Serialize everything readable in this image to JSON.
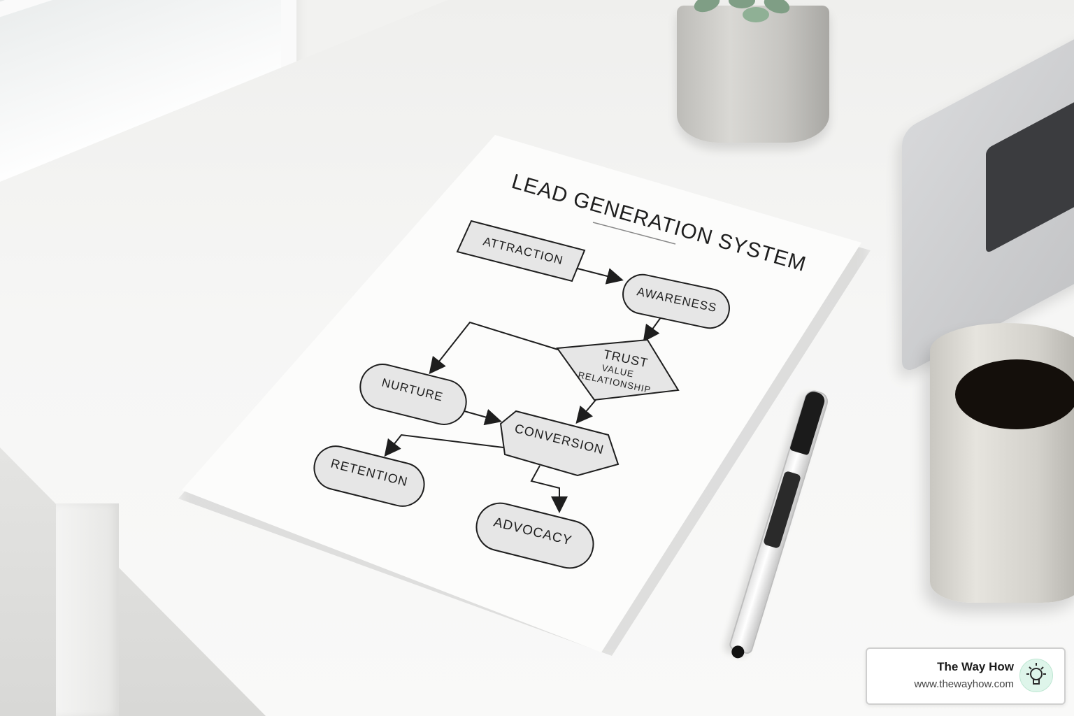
{
  "diagram": {
    "title": "LEAD GENERATION SYSTEM",
    "nodes": {
      "attraction": "ATTRACTION",
      "awareness": "AWARENESS",
      "trust": "TRUST",
      "value": "VALUE",
      "relationship": "RELATIONSHIP",
      "nurture": "NURTURE",
      "conversion": "CONVERSION",
      "retention": "RETENTION",
      "advocacy": "ADVOCACY"
    }
  },
  "badge": {
    "title": "The Way How",
    "url": "www.thewayhow.com",
    "icon": "lightbulb-icon"
  },
  "colors": {
    "node_fill": "#e6e6e6",
    "stroke": "#1e1e1e",
    "badge_icon_bg": "#def5ea"
  }
}
